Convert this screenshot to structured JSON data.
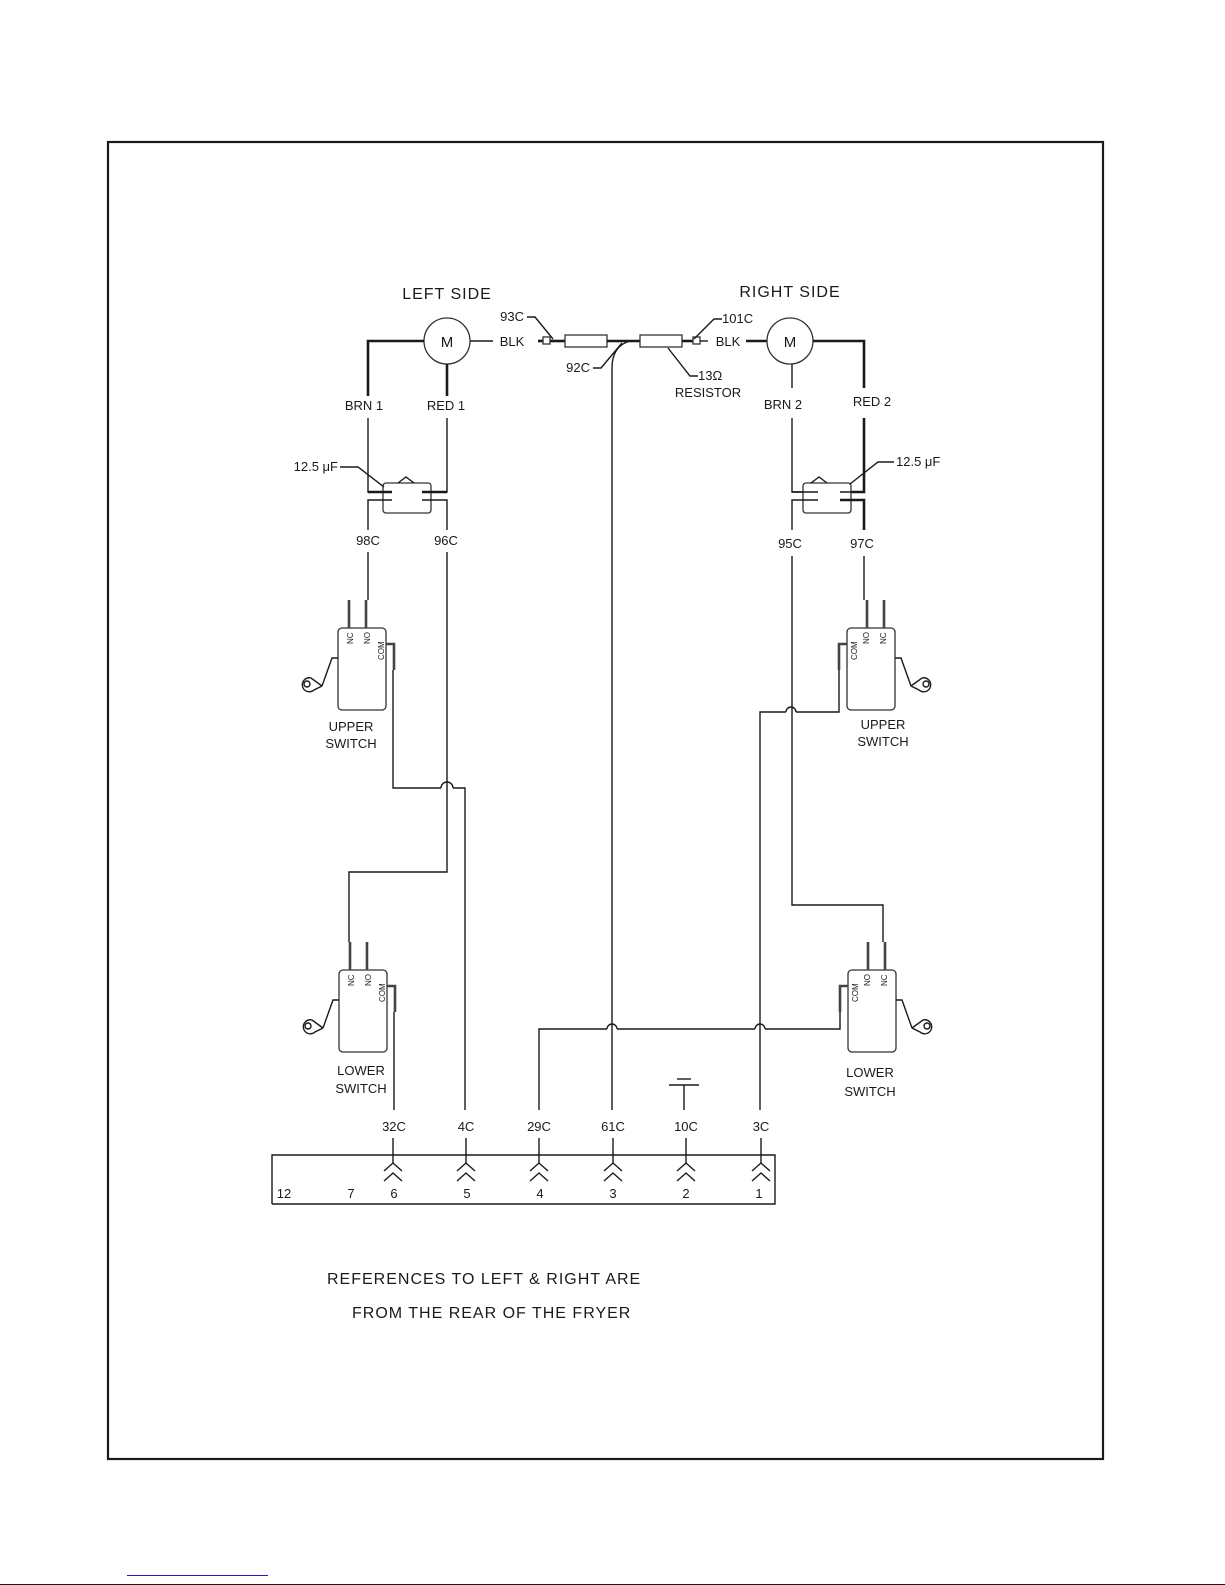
{
  "diagram": {
    "left_side": {
      "title": "LEFT SIDE",
      "motor_label": "M",
      "wire_blk": "BLK",
      "wire_brn": "BRN 1",
      "wire_red": "RED 1",
      "capacitor": "12.5 μF",
      "wire_98c": "98C",
      "wire_96c": "96C",
      "upper_switch": {
        "line1": "UPPER",
        "line2": "SWITCH",
        "nc": "NC",
        "no": "NO",
        "com": "COM"
      },
      "lower_switch": {
        "line1": "LOWER",
        "line2": "SWITCH",
        "nc": "NC",
        "no": "NO",
        "com": "COM"
      }
    },
    "right_side": {
      "title": "RIGHT SIDE",
      "motor_label": "M",
      "wire_blk": "BLK",
      "wire_brn": "BRN 2",
      "wire_red": "RED 2",
      "capacitor": "12.5 μF",
      "wire_95c": "95C",
      "wire_97c": "97C",
      "upper_switch": {
        "line1": "UPPER",
        "line2": "SWITCH",
        "nc": "NC",
        "no": "NO",
        "com": "COM"
      },
      "lower_switch": {
        "line1": "LOWER",
        "line2": "SWITCH",
        "nc": "NC",
        "no": "NO",
        "com": "COM"
      }
    },
    "center": {
      "wire_93c": "93C",
      "wire_92c": "92C",
      "wire_101c": "101C",
      "resistor_value": "13Ω",
      "resistor_label": "RESISTOR"
    },
    "connector": {
      "wires": [
        "32C",
        "4C",
        "29C",
        "61C",
        "10C",
        "3C"
      ],
      "pins": [
        "12",
        "7",
        "6",
        "5",
        "4",
        "3",
        "2",
        "1"
      ]
    },
    "note": {
      "line1": "REFERENCES TO LEFT & RIGHT ARE",
      "line2": "FROM THE REAR OF THE FRYER"
    }
  }
}
